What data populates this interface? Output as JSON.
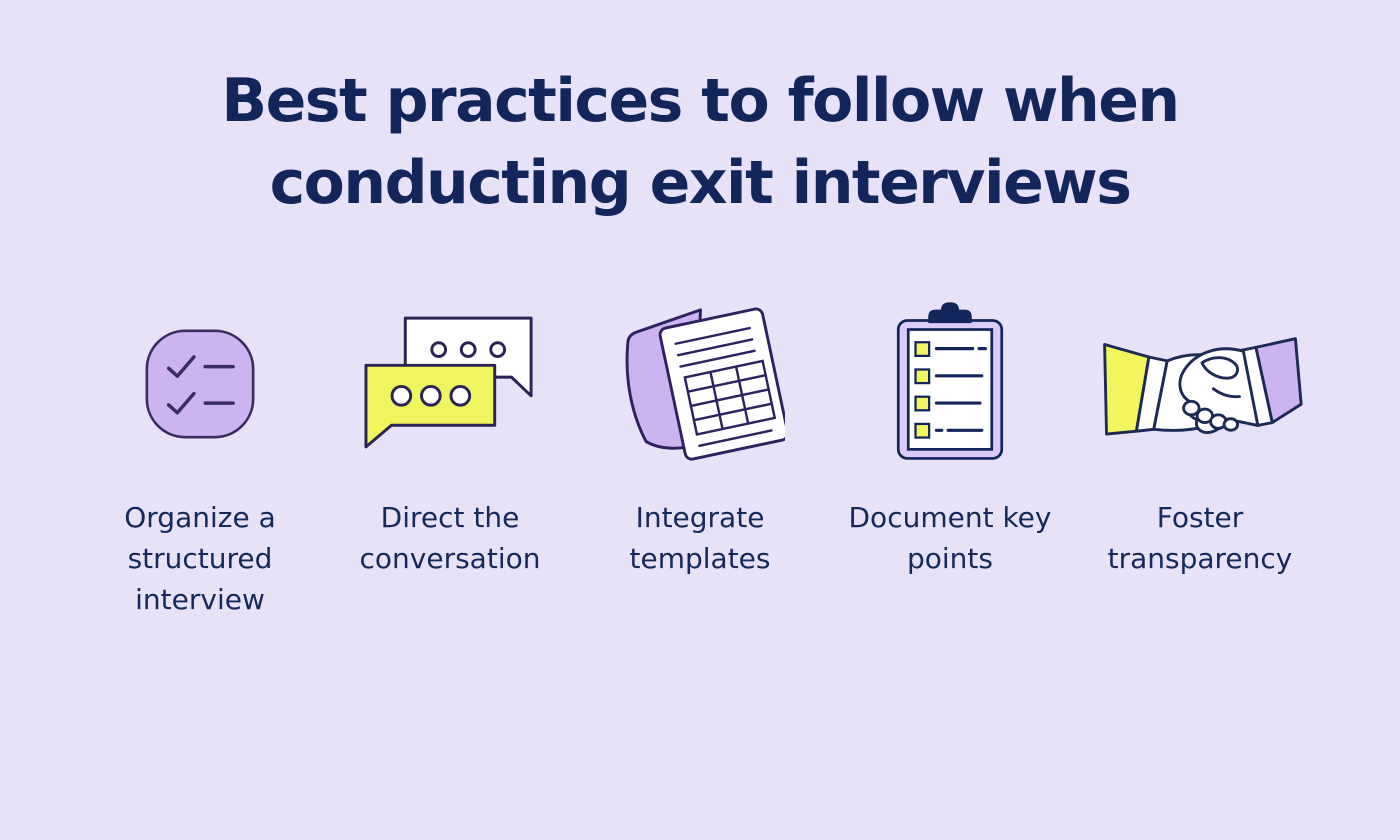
{
  "background": "#E8E2F9",
  "title": {
    "line1": "Best practices to follow when",
    "line2": "conducting exit interviews",
    "color": "#13265B"
  },
  "colors": {
    "navy_text": "#13265B",
    "icon_outline_dark": "#2B2356",
    "purple_fill": "#CDB4F1",
    "light_purple_fill": "#DCCBF9",
    "yellow_fill": "#F0F45F",
    "white": "#FFFFFF"
  },
  "items": [
    {
      "icon": "checklist-icon",
      "label": "Organize a structured interview"
    },
    {
      "icon": "speech-bubbles-icon",
      "label": "Direct the conversation"
    },
    {
      "icon": "overlapping-documents-icon",
      "label": "Integrate templates"
    },
    {
      "icon": "clipboard-checklist-icon",
      "label": "Document key points"
    },
    {
      "icon": "handshake-icon",
      "label": "Foster transparency"
    }
  ]
}
